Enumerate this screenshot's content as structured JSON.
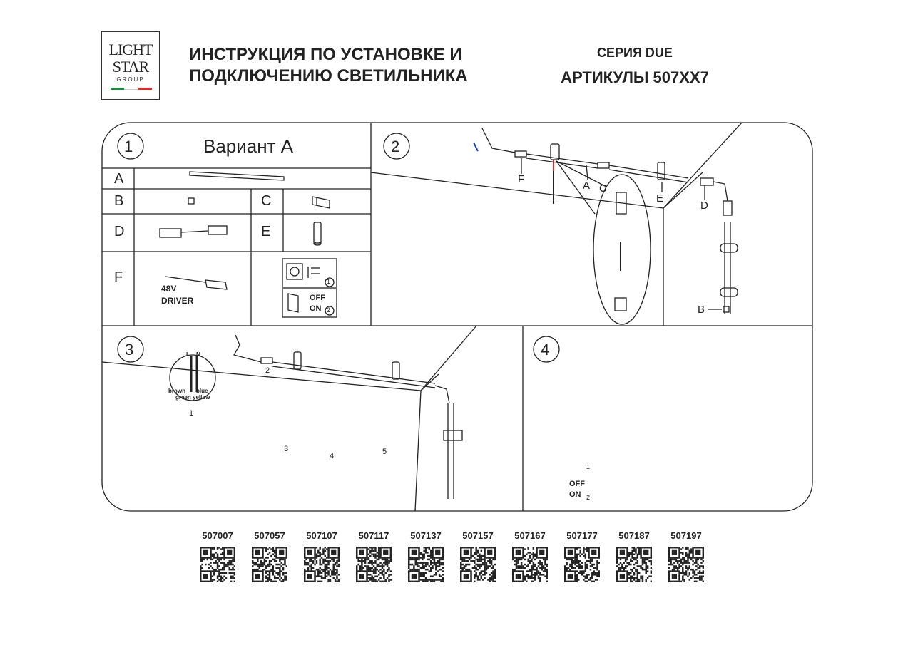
{
  "brand": {
    "line1": "LIGHT",
    "line2": "STAR",
    "line3": "GROUP",
    "flag_colors": [
      "#1e8e3e",
      "#ffffff",
      "#d93025"
    ]
  },
  "header": {
    "title_line1": "ИНСТРУКЦИЯ ПО УСТАНОВКЕ И",
    "title_line2": "ПОДКЛЮЧЕНИЮ СВЕТИЛЬНИКА",
    "series": "СЕРИЯ DUE",
    "articles": "АРТИКУЛЫ 507XX7"
  },
  "step1": {
    "number": "1",
    "title": "Вариант A",
    "rows": [
      {
        "label": "A"
      },
      {
        "label": "B",
        "label2": "C"
      },
      {
        "label": "D",
        "label2": "E"
      },
      {
        "label": "F"
      }
    ],
    "driver_voltage": "48V",
    "driver_label": "DRIVER",
    "switch_off": "OFF",
    "switch_on": "ON",
    "plug_step": "1",
    "switch_step": "2"
  },
  "step2": {
    "number": "2",
    "labels": [
      "F",
      "A",
      "C",
      "E",
      "D",
      "B"
    ]
  },
  "step3": {
    "number": "3",
    "wire_labels": [
      "L",
      "N",
      "brown",
      "blue",
      "green yellow"
    ],
    "steps": [
      "1",
      "2",
      "3",
      "4",
      "5"
    ]
  },
  "step4": {
    "number": "4",
    "switch_off": "OFF",
    "switch_on": "ON",
    "plug_step": "1",
    "switch_step": "2"
  },
  "qr_codes": [
    "507007",
    "507057",
    "507107",
    "507117",
    "507137",
    "507157",
    "507167",
    "507177",
    "507187",
    "507197"
  ],
  "colors": {
    "line": "#222222",
    "red_wire": "#d93025",
    "blue_wire": "#1a3fd0"
  }
}
